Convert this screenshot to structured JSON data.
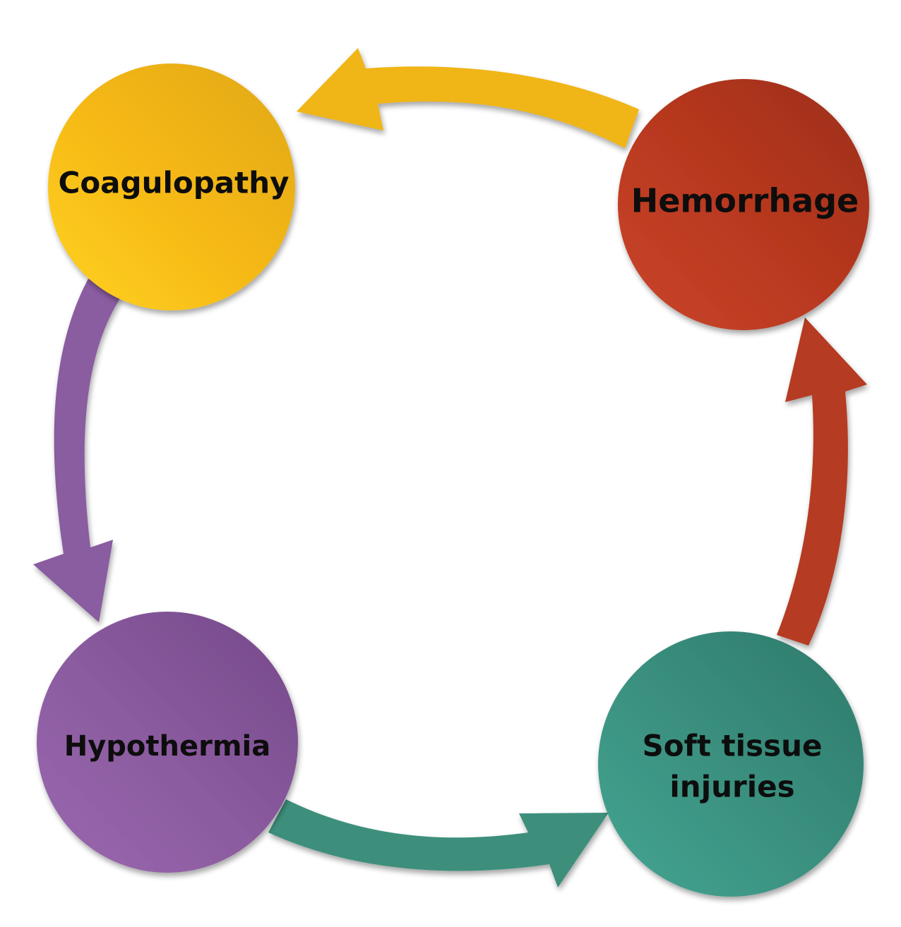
{
  "diagram": {
    "type": "cycle",
    "nodes": [
      {
        "id": "coagulopathy",
        "label": [
          "Coagulopathy"
        ],
        "color": "#F5B817",
        "color_light": "#FFD21E",
        "color_dark": "#E0A815"
      },
      {
        "id": "hemorrhage",
        "label": [
          "Hemorrhage"
        ],
        "color": "#B8381F",
        "color_light": "#C9452A",
        "color_dark": "#9C2F1A"
      },
      {
        "id": "soft-tissue-injuries",
        "label": [
          "Soft tissue",
          "injuries"
        ],
        "color": "#3A8F7E",
        "color_light": "#45A592",
        "color_dark": "#2E7A6B"
      },
      {
        "id": "hypothermia",
        "label": [
          "Hypothermia"
        ],
        "color": "#8A5A9E",
        "color_light": "#9A68B0",
        "color_dark": "#74498A"
      }
    ],
    "edges": [
      {
        "from": "hemorrhage",
        "to": "coagulopathy",
        "color": "#F0B518"
      },
      {
        "from": "coagulopathy",
        "to": "hypothermia",
        "color": "#8A5CA0"
      },
      {
        "from": "hypothermia",
        "to": "soft-tissue-injuries",
        "color": "#3C8F7C"
      },
      {
        "from": "soft-tissue-injuries",
        "to": "hemorrhage",
        "color": "#B53A20"
      }
    ]
  }
}
